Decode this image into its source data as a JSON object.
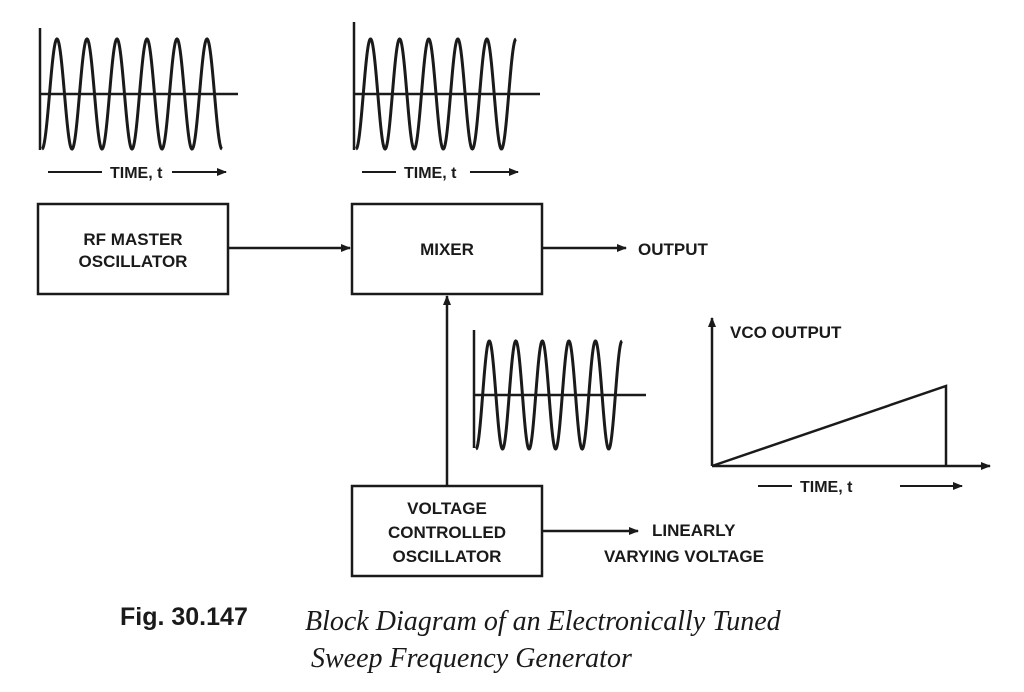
{
  "blocks": {
    "rf_master_oscillator": [
      "RF MASTER",
      "OSCILLATOR"
    ],
    "mixer": "MIXER",
    "vco": [
      "VOLTAGE",
      "CONTROLLED",
      "OSCILLATOR"
    ]
  },
  "signals": {
    "output": "OUTPUT",
    "linearly_varying_voltage": [
      "LINEARLY",
      "VARYING  VOLTAGE"
    ]
  },
  "waveforms": {
    "rf_time_label": "TIME, t",
    "mixer_time_label": "TIME, t"
  },
  "vco_chart": {
    "ylabel": "VCO OUTPUT",
    "xlabel": "TIME, t",
    "shape": "sawtooth ramp"
  },
  "caption": {
    "number": "Fig. 30.147",
    "lines": [
      "Block Diagram of an Electronically Tuned",
      "Sweep Frequency Generator"
    ]
  },
  "colors": {
    "ink": "#1a1a1a",
    "background": "#ffffff"
  }
}
